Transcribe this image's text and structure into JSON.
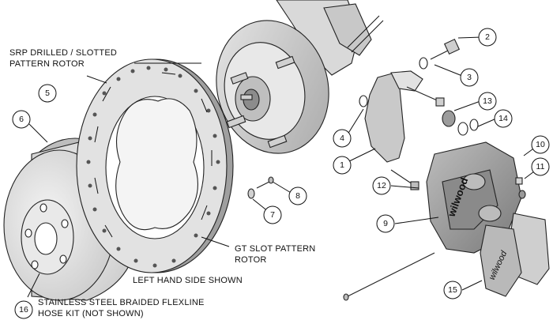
{
  "labels": {
    "rotor_srp_line1": "SRP DRILLED / SLOTTED",
    "rotor_srp_line2": "PATTERN ROTOR",
    "rotor_gt_line1": "GT SLOT PATTERN",
    "rotor_gt_line2": "ROTOR",
    "side_note": "LEFT HAND SIDE SHOWN",
    "hose_line1": "STAINLESS STEEL BRAIDED FLEXLINE",
    "hose_line2": "HOSE KIT (NOT SHOWN)"
  },
  "callouts": {
    "c1": "1",
    "c2": "2",
    "c3": "3",
    "c4": "4",
    "c5": "5",
    "c6": "6",
    "c7": "7",
    "c8": "8",
    "c9": "9",
    "c10": "10",
    "c11": "11",
    "c12": "12",
    "c13": "13",
    "c14": "14",
    "c15": "15",
    "c16": "16"
  },
  "caliper_brand_text": "wilwood",
  "pad_brand_text": "wilwood"
}
